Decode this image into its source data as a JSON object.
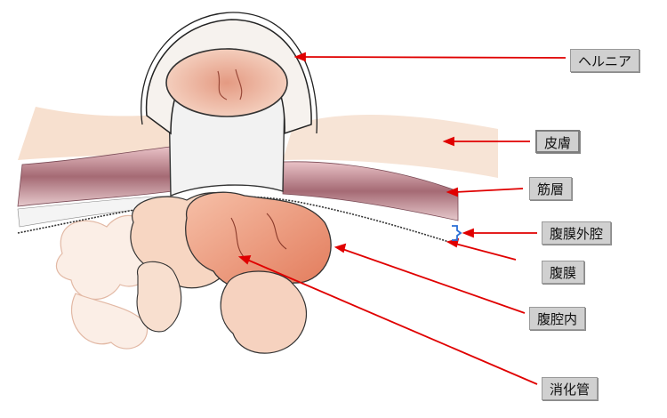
{
  "labels": {
    "hernia": "ヘルニア",
    "skin": "皮膚",
    "muscle": "筋層",
    "extraperitoneal": "腹膜外腔",
    "peritoneum": "腹膜",
    "intraperitoneal": "腹腔内",
    "intestine": "消化管"
  },
  "colors": {
    "arrow": "#e00000",
    "bracket": "#2a6fd6",
    "label_bg": "#d0d0d0",
    "skin_tint": "#f1c9a8",
    "muscle": "#b07a84",
    "intestine": "#e89478",
    "outline": "#222222"
  }
}
